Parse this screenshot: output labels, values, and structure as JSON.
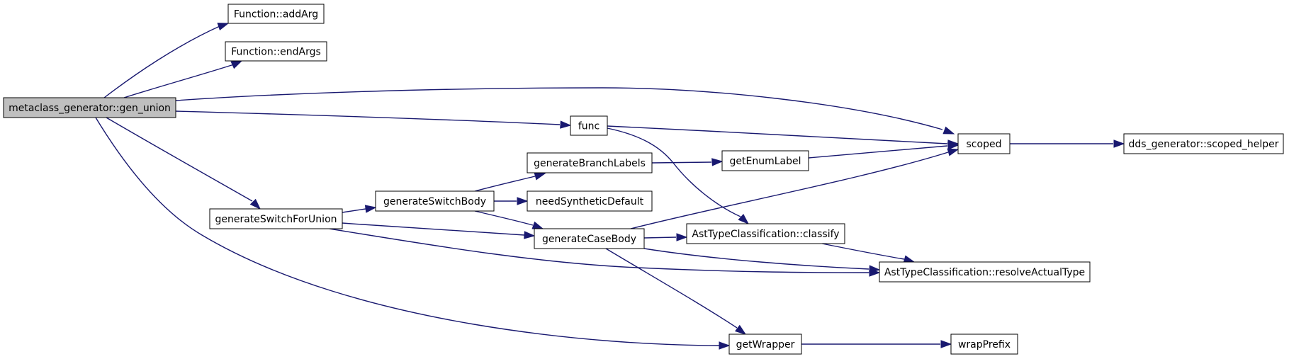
{
  "graph": {
    "edge_color": "#191970",
    "node_fill": "#ffffff",
    "root_fill": "#bfbfbf",
    "nodes": [
      {
        "id": "gen_union",
        "label": "metaclass_generator::gen_union",
        "root": true
      },
      {
        "id": "addArg",
        "label": "Function::addArg"
      },
      {
        "id": "endArgs",
        "label": "Function::endArgs"
      },
      {
        "id": "func",
        "label": "func"
      },
      {
        "id": "scoped",
        "label": "scoped"
      },
      {
        "id": "scoped_helper",
        "label": "dds_generator::scoped_helper"
      },
      {
        "id": "genSwitchForUnion",
        "label": "generateSwitchForUnion"
      },
      {
        "id": "genSwitchBody",
        "label": "generateSwitchBody"
      },
      {
        "id": "genBranchLabels",
        "label": "generateBranchLabels"
      },
      {
        "id": "getEnumLabel",
        "label": "getEnumLabel"
      },
      {
        "id": "needSynthDefault",
        "label": "needSyntheticDefault"
      },
      {
        "id": "genCaseBody",
        "label": "generateCaseBody"
      },
      {
        "id": "classify",
        "label": "AstTypeClassification::classify"
      },
      {
        "id": "resolveActualType",
        "label": "AstTypeClassification::resolveActualType"
      },
      {
        "id": "getWrapper",
        "label": "getWrapper"
      },
      {
        "id": "wrapPrefix",
        "label": "wrapPrefix"
      }
    ],
    "edges": [
      {
        "from": "gen_union",
        "to": "addArg"
      },
      {
        "from": "gen_union",
        "to": "endArgs"
      },
      {
        "from": "gen_union",
        "to": "scoped"
      },
      {
        "from": "gen_union",
        "to": "func"
      },
      {
        "from": "gen_union",
        "to": "genSwitchForUnion"
      },
      {
        "from": "gen_union",
        "to": "getWrapper"
      },
      {
        "from": "func",
        "to": "scoped"
      },
      {
        "from": "func",
        "to": "classify"
      },
      {
        "from": "scoped",
        "to": "scoped_helper"
      },
      {
        "from": "genSwitchForUnion",
        "to": "genSwitchBody"
      },
      {
        "from": "genSwitchForUnion",
        "to": "genCaseBody"
      },
      {
        "from": "genSwitchForUnion",
        "to": "resolveActualType"
      },
      {
        "from": "genSwitchBody",
        "to": "genBranchLabels"
      },
      {
        "from": "genSwitchBody",
        "to": "needSynthDefault"
      },
      {
        "from": "genSwitchBody",
        "to": "genCaseBody"
      },
      {
        "from": "genBranchLabels",
        "to": "getEnumLabel"
      },
      {
        "from": "getEnumLabel",
        "to": "scoped"
      },
      {
        "from": "genCaseBody",
        "to": "scoped"
      },
      {
        "from": "genCaseBody",
        "to": "classify"
      },
      {
        "from": "genCaseBody",
        "to": "resolveActualType"
      },
      {
        "from": "genCaseBody",
        "to": "getWrapper"
      },
      {
        "from": "classify",
        "to": "resolveActualType"
      },
      {
        "from": "getWrapper",
        "to": "wrapPrefix"
      }
    ]
  }
}
